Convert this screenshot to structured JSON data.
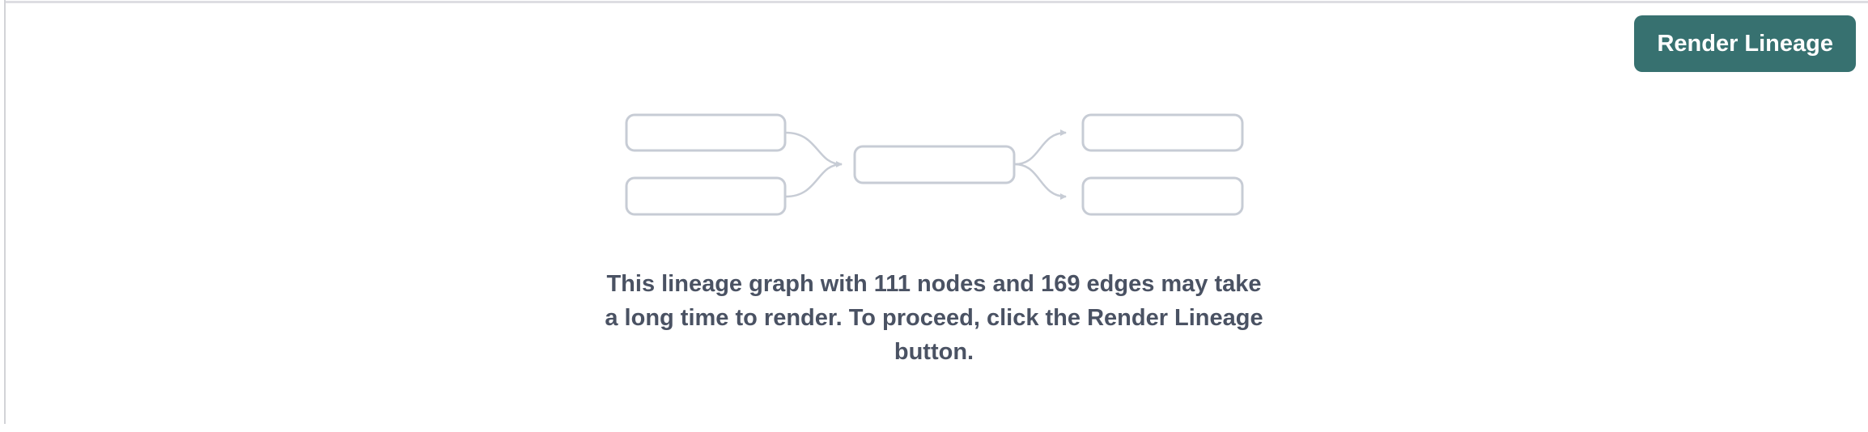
{
  "toolbar": {
    "render_button_label": "Render Lineage"
  },
  "empty_state": {
    "message": "This lineage graph with 111 nodes and 169 edges may take a long time to render. To proceed, click the Render Lineage button.",
    "node_count": "111",
    "edge_count": "169"
  },
  "colors": {
    "accent_teal": "#377170",
    "message_text": "#4a5263",
    "placeholder_outline": "#c7ccd5",
    "panel_border": "#dddde2"
  },
  "icons": {
    "placeholder_graph": "lineage-graph-placeholder"
  }
}
